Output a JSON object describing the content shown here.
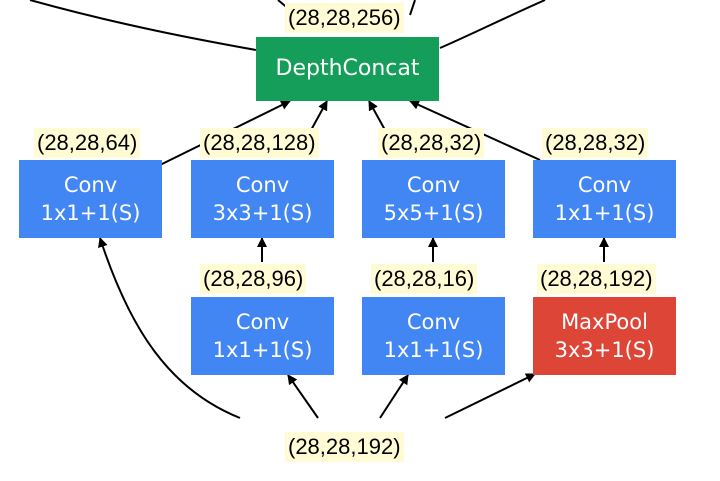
{
  "nodes": {
    "depthconcat": {
      "label": "DepthConcat"
    },
    "conv_1x1_a": {
      "line1": "Conv",
      "line2": "1x1+1(S)"
    },
    "conv_3x3": {
      "line1": "Conv",
      "line2": "3x3+1(S)"
    },
    "conv_5x5": {
      "line1": "Conv",
      "line2": "5x5+1(S)"
    },
    "conv_1x1_b": {
      "line1": "Conv",
      "line2": "1x1+1(S)"
    },
    "conv_1x1_c": {
      "line1": "Conv",
      "line2": "1x1+1(S)"
    },
    "conv_1x1_d": {
      "line1": "Conv",
      "line2": "1x1+1(S)"
    },
    "maxpool": {
      "line1": "MaxPool",
      "line2": "3x3+1(S)"
    }
  },
  "shapes": {
    "top_output": "(28,28,256)",
    "branch1_out": "(28,28,64)",
    "branch2_out": "(28,28,128)",
    "branch3_out": "(28,28,32)",
    "branch4_out": "(28,28,32)",
    "reduce3x3_out": "(28,28,96)",
    "reduce5x5_out": "(28,28,16)",
    "maxpool_out": "(28,28,192)",
    "input": "(28,28,192)"
  },
  "colors": {
    "conv": "#4286f4",
    "concat": "#149e59",
    "pool": "#dd4637",
    "label_bg": "#fffbd5"
  }
}
